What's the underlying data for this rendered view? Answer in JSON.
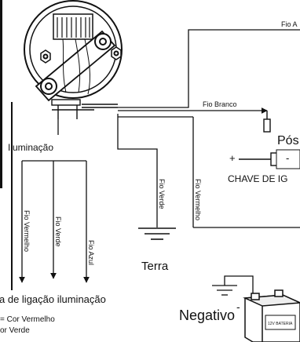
{
  "labels": {
    "fio_a": "Fio A",
    "fio_branco": "Fio Branco",
    "pos": "Pós",
    "chave": "CHAVE DE IG",
    "plus": "+",
    "minus": "-",
    "iluminacao": "Iluminação",
    "fio_verde": "Fio Verde",
    "fio_vermelho": "Fio Vermelho",
    "fio_azul": "Fio Azul",
    "terra": "Terra",
    "negativo": "Negativo",
    "negativo_sign": "-",
    "legenda_titulo": "a de ligação iluminação",
    "legenda_linha1": "= Cor Vermelho",
    "legenda_linha2": "or Verde",
    "bateria": "12V BATERIA"
  }
}
